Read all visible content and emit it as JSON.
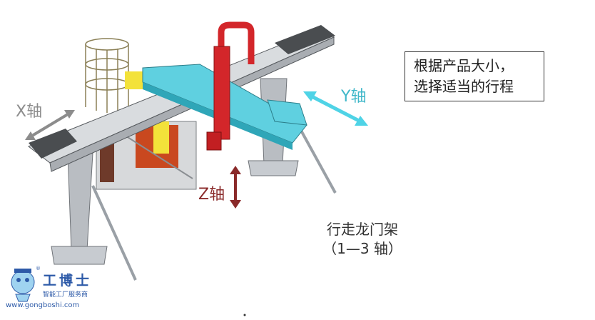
{
  "labels": {
    "x_axis": "X轴",
    "y_axis": "Y轴",
    "z_axis": "Z轴"
  },
  "note": {
    "line1": "根据产品大小，",
    "line2": "选择适当的行程"
  },
  "caption": {
    "line1": "行走龙门架",
    "line2": "（1—3 轴）"
  },
  "logo": {
    "name": "工博士",
    "tagline": "智能工厂服务商",
    "url": "www.gongboshi.com",
    "reg": "®"
  },
  "colors": {
    "x_arrow": "#8c8c8c",
    "y_arrow": "#4fd3e6",
    "z_arrow": "#8a2a2a",
    "cyan_beam": "#5fd0e0",
    "red_column": "#d3262a",
    "frame_grey": "#c9cdd2"
  }
}
